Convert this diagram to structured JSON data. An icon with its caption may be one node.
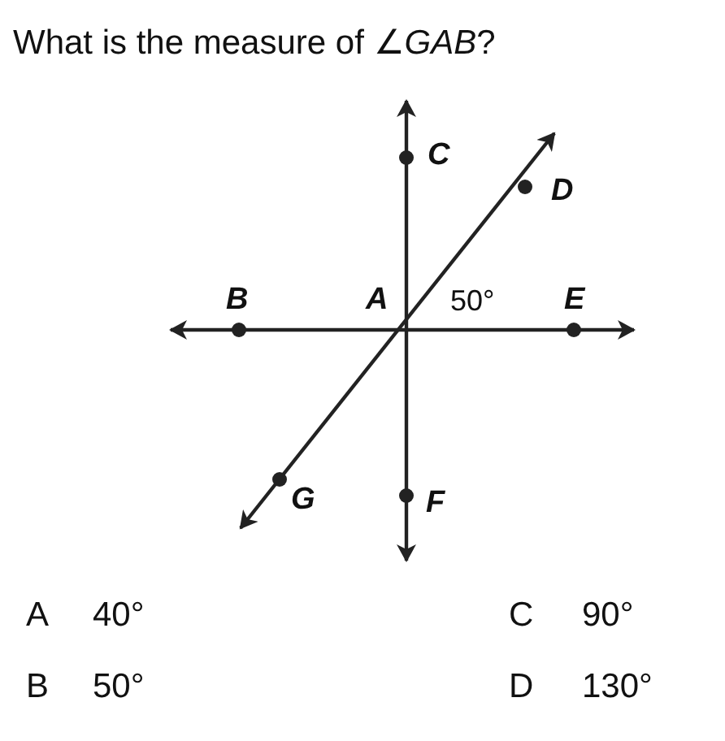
{
  "diagram": {
    "title": "What is the measure of ∠*GAB*?",
    "labels": [
      "C",
      "D",
      "B",
      "A",
      "50°",
      "E",
      "G",
      "F",
      "A",
      "40°",
      "C",
      "90°",
      "B",
      "50°",
      "D",
      "130°"
    ]
  }
}
